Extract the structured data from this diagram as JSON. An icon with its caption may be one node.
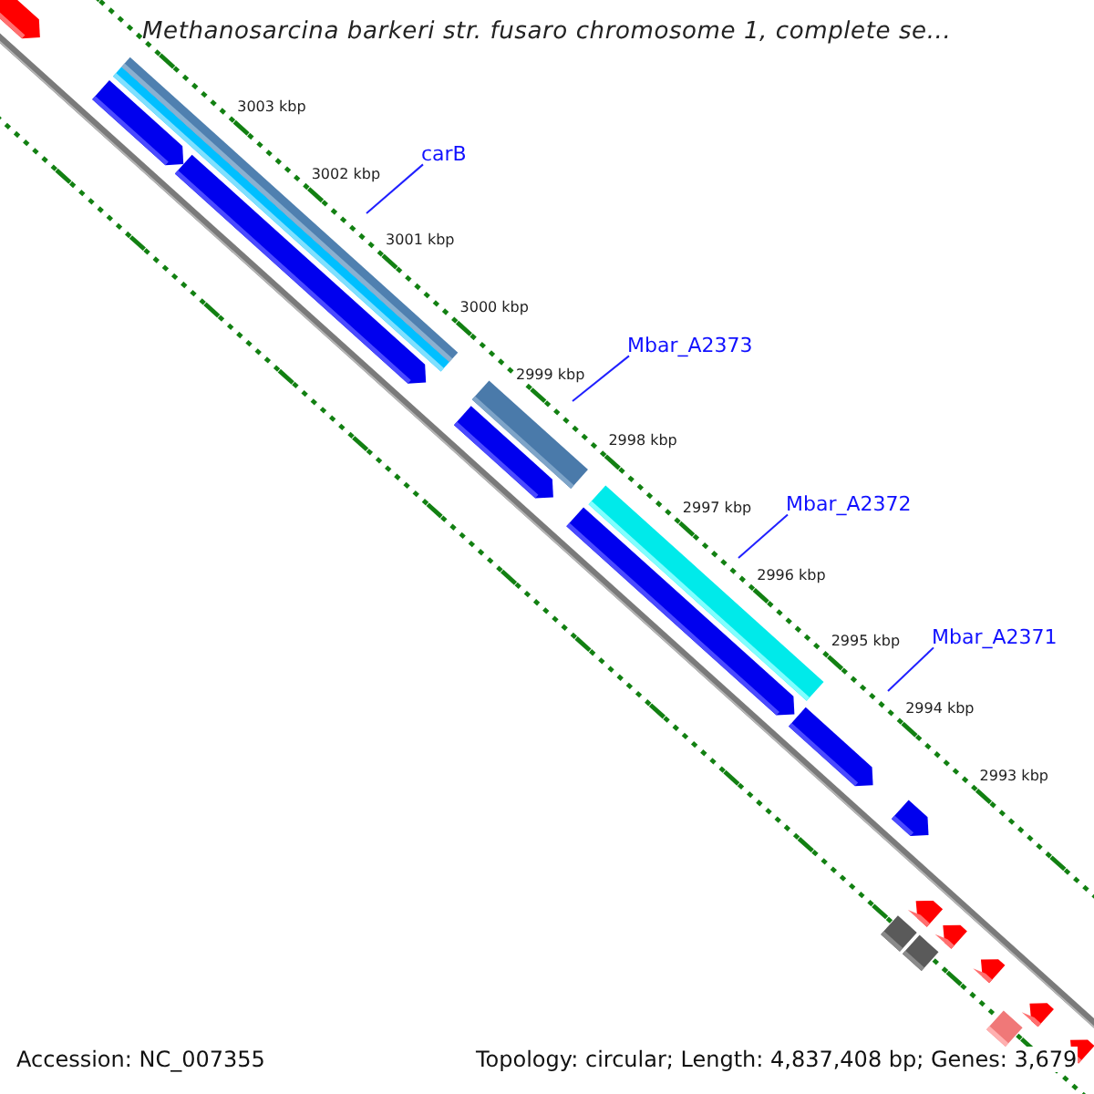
{
  "diagram": {
    "title": "Methanosarcina barkeri str. fusaro chromosome 1, complete se...",
    "nodes": [
      {
        "text": [
          "carB"
        ]
      },
      {
        "text": [
          "Mbar_A2373"
        ]
      },
      {
        "text": [
          "Mbar_A2372"
        ]
      },
      {
        "text": [
          "Mbar_A2371"
        ]
      }
    ],
    "edges": [
      {
        "from": 0,
        "to": null,
        "arrow": "none"
      },
      {
        "from": 1,
        "to": null,
        "arrow": "none"
      },
      {
        "from": 2,
        "to": null,
        "arrow": "none"
      },
      {
        "from": 3,
        "to": null,
        "arrow": "none"
      }
    ],
    "labels": [
      "3003 kbp",
      "3002 kbp",
      "3001 kbp",
      "3000 kbp",
      "2999 kbp",
      "2998 kbp",
      "2997 kbp",
      "2996 kbp",
      "2995 kbp",
      "2994 kbp",
      "2993 kbp",
      "Accession: NC_007355",
      "Topology: circular; Length: 4,837,408 bp; Genes: 3,679"
    ]
  }
}
